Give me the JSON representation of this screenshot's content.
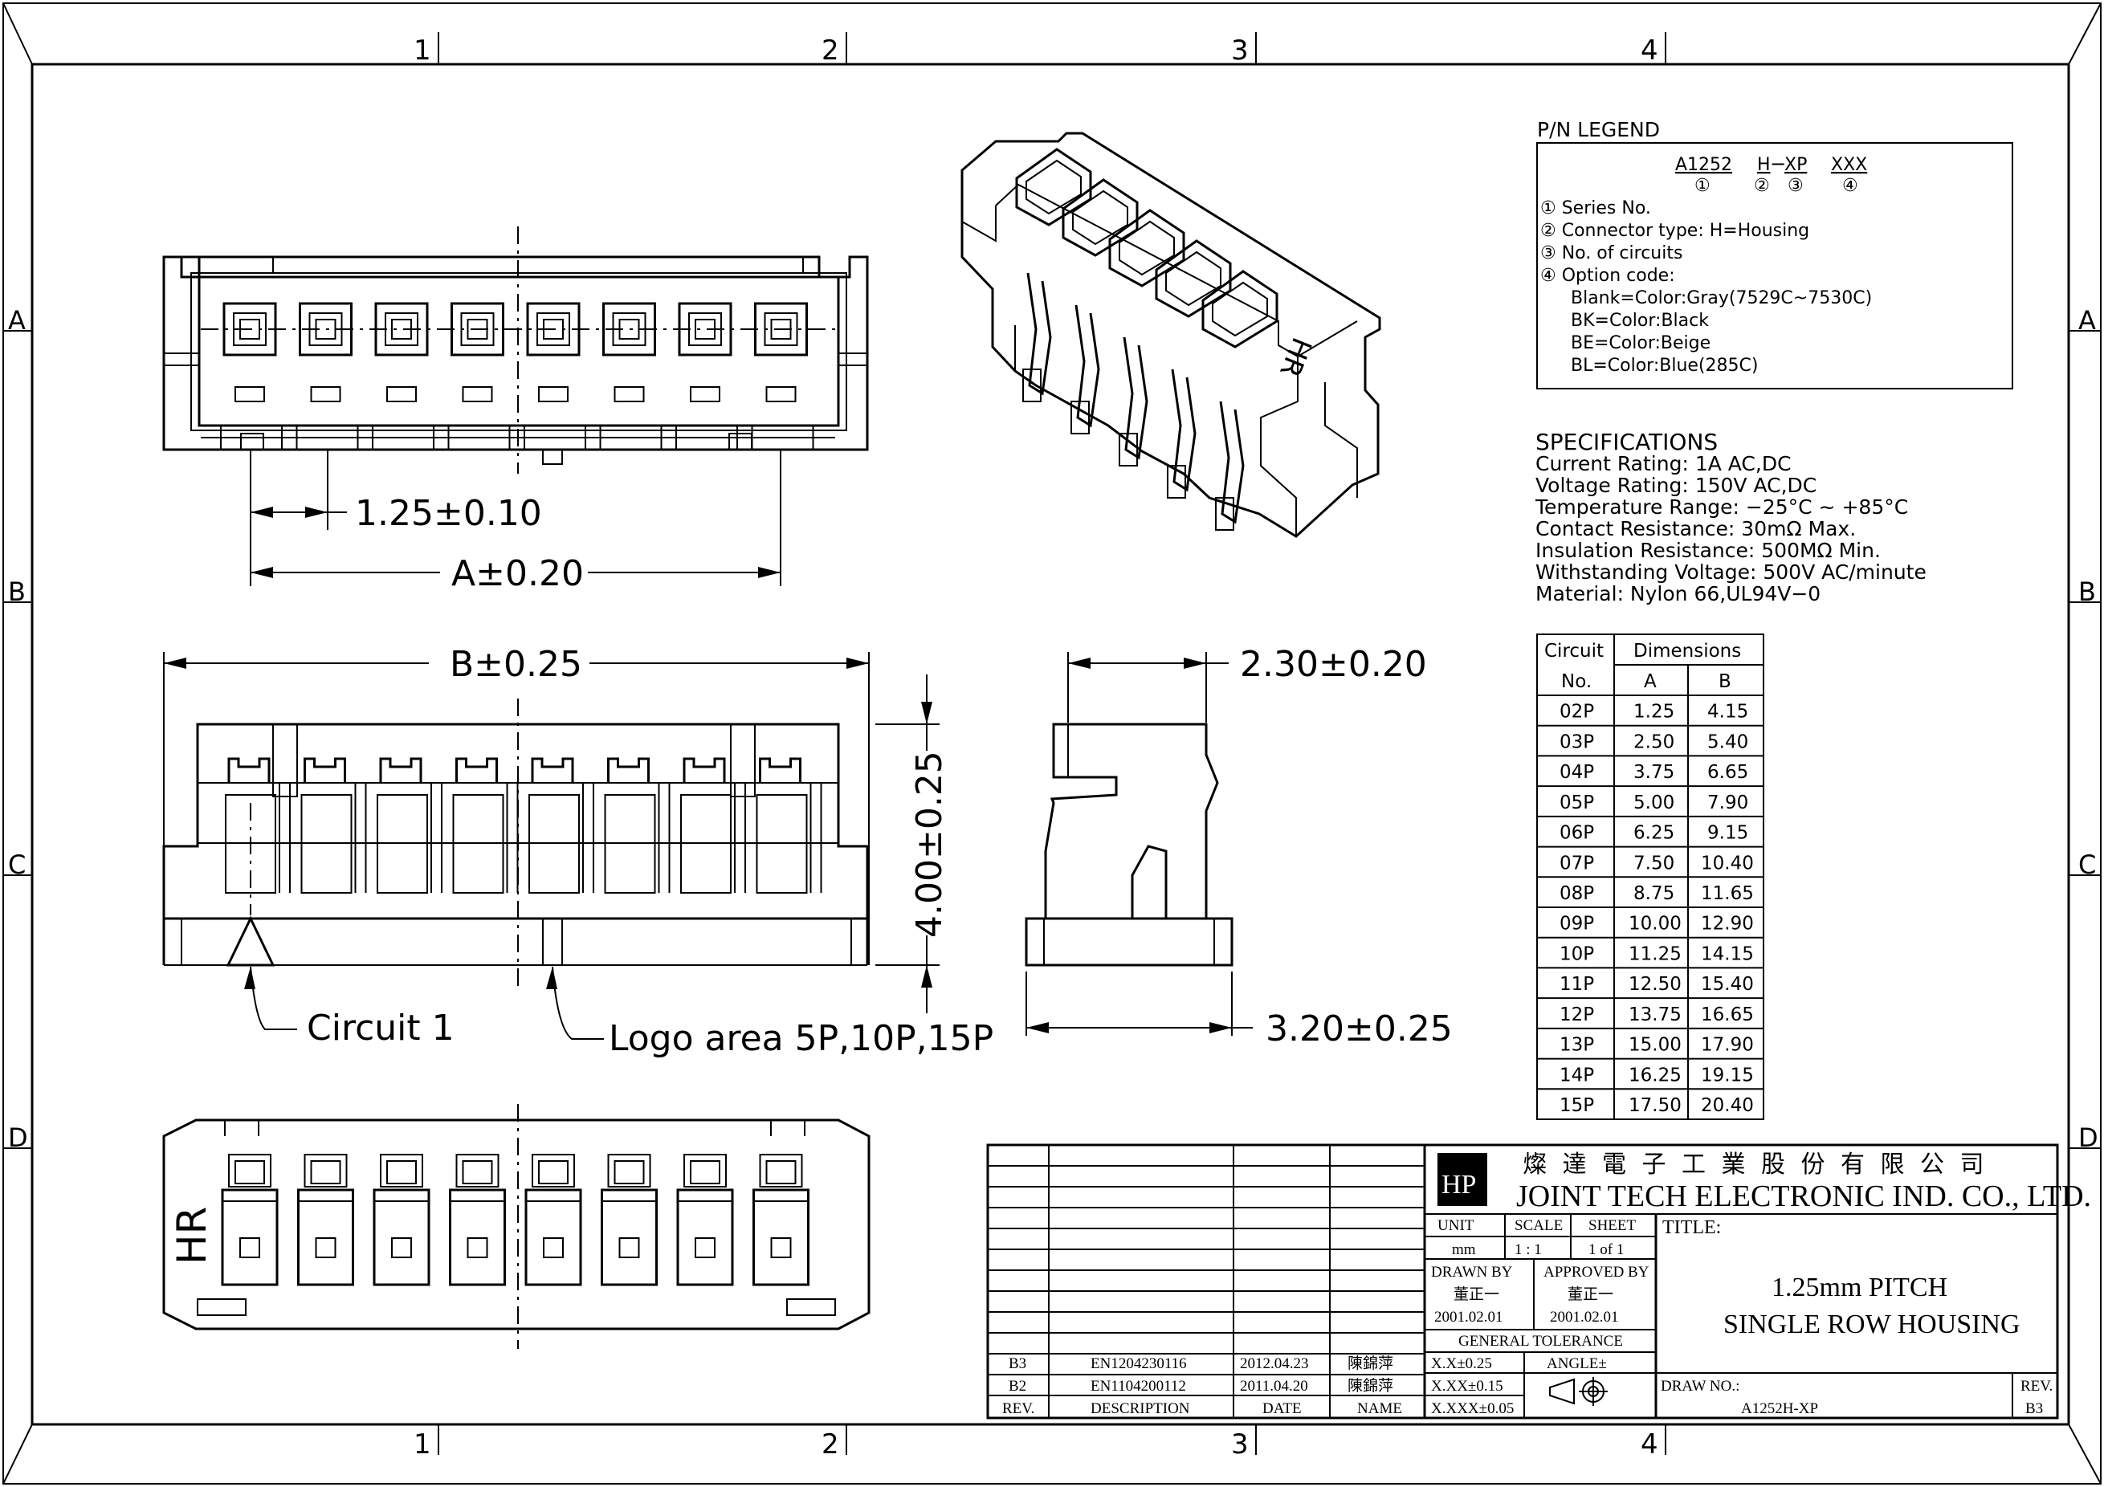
{
  "border": {
    "cols": [
      "1",
      "2",
      "3",
      "4"
    ],
    "rows": [
      "A",
      "B",
      "C",
      "D"
    ]
  },
  "pn_legend": {
    "title": "P/N LEGEND",
    "code_parts": [
      "A1252",
      "H",
      "XP",
      "XXX"
    ],
    "code_marks": [
      "①",
      "②",
      "③",
      "④"
    ],
    "items": [
      "① Series No.",
      "② Connector type: H=Housing",
      "③ No. of circuits",
      "④ Option code:",
      "Blank=Color:Gray(7529C~7530C)",
      "BK=Color:Black",
      "BE=Color:Beige",
      "BL=Color:Blue(285C)"
    ]
  },
  "specifications": {
    "title": "SPECIFICATIONS",
    "lines": [
      "Current Rating: 1A AC,DC",
      "Voltage Rating: 150V AC,DC",
      "Temperature Range: −25°C ~ +85°C",
      "Contact Resistance: 30mΩ Max.",
      "Insulation Resistance: 500MΩ Min.",
      "Withstanding Voltage: 500V AC/minute",
      "Material: Nylon 66,UL94V−0"
    ]
  },
  "dimension_table": {
    "headers": [
      "Circuit",
      "Dimensions",
      "No.",
      "A",
      "B"
    ],
    "rows": [
      [
        "02P",
        "1.25",
        "4.15"
      ],
      [
        "03P",
        "2.50",
        "5.40"
      ],
      [
        "04P",
        "3.75",
        "6.65"
      ],
      [
        "05P",
        "5.00",
        "7.90"
      ],
      [
        "06P",
        "6.25",
        "9.15"
      ],
      [
        "07P",
        "7.50",
        "10.40"
      ],
      [
        "08P",
        "8.75",
        "11.65"
      ],
      [
        "09P",
        "10.00",
        "12.90"
      ],
      [
        "10P",
        "11.25",
        "14.15"
      ],
      [
        "11P",
        "12.50",
        "15.40"
      ],
      [
        "12P",
        "13.75",
        "16.65"
      ],
      [
        "13P",
        "15.00",
        "17.90"
      ],
      [
        "14P",
        "16.25",
        "19.15"
      ],
      [
        "15P",
        "17.50",
        "20.40"
      ]
    ]
  },
  "dimensions": {
    "pitch": "1.25±0.10",
    "a": "A±0.20",
    "b": "B±0.25",
    "height": "4.00±0.25",
    "depth_top": "2.30±0.20",
    "depth_bottom": "3.20±0.25",
    "circuit1": "Circuit 1",
    "logo_area": "Logo area 5P,10P,15P",
    "part_mark": "HR"
  },
  "title_block": {
    "company_cn": "燦 達 電 子 工 業 股 份 有 限 公 司",
    "company_en": "JOINT TECH ELECTRONIC IND. CO., LTD.",
    "unit_label": "UNIT",
    "unit": "mm",
    "scale_label": "SCALE",
    "scale": "1 : 1",
    "sheet_label": "SHEET",
    "sheet": "1 of 1",
    "title_label": "TITLE:",
    "title_line1": "1.25mm PITCH",
    "title_line2": "SINGLE ROW HOUSING",
    "drawn_by_label": "DRAWN BY",
    "drawn_by": "董正一",
    "drawn_date": "2001.02.01",
    "approved_by_label": "APPROVED BY",
    "approved_by": "董正一",
    "approved_date": "2001.02.01",
    "general_tolerance": "GENERAL TOLERANCE",
    "tol1": "X.X±0.25",
    "tol2": "X.XX±0.15",
    "tol3": "X.XXX±0.05",
    "angle": "ANGLE±",
    "draw_no_label": "DRAW NO.:",
    "draw_no": "A1252H-XP",
    "rev_label": "REV.",
    "rev": "B3",
    "revisions": [
      {
        "rev": "B3",
        "desc": "EN1204230116",
        "date": "2012.04.23",
        "name": "陳錦萍"
      },
      {
        "rev": "B2",
        "desc": "EN1104200112",
        "date": "2011.04.20",
        "name": "陳錦萍"
      }
    ],
    "rev_headers": [
      "REV.",
      "DESCRIPTION",
      "DATE",
      "NAME"
    ]
  }
}
